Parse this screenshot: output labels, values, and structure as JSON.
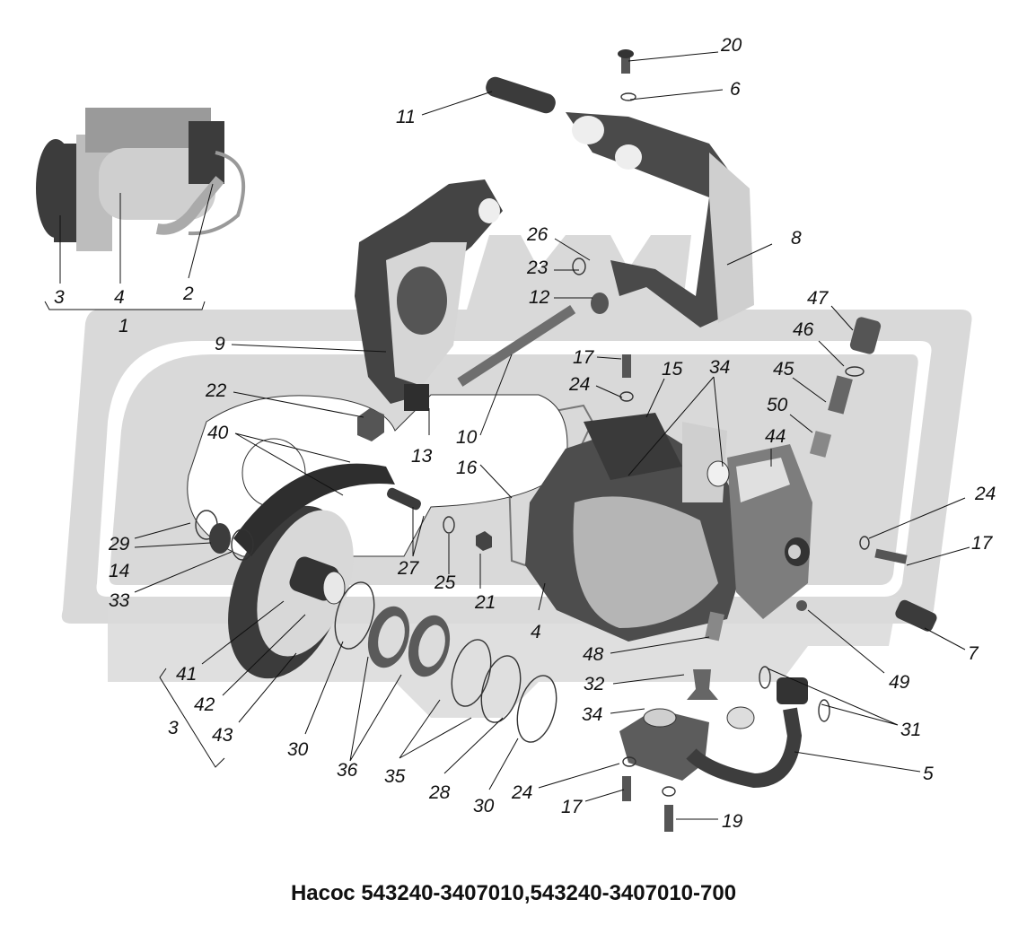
{
  "title": "Насос 543240-3407010,543240-3407010-700",
  "colors": {
    "background": "#ffffff",
    "watermark": "#d9d9d9",
    "parts": "#3c3c3c",
    "text": "#111111"
  },
  "assembly_inset": {
    "labels": [
      "3",
      "4",
      "2"
    ],
    "group_label": "1"
  },
  "pulley_group": {
    "group_label": "3",
    "members": [
      "41",
      "42",
      "43"
    ]
  },
  "callouts": [
    {
      "id": "c20",
      "text": "20",
      "part": "bolt"
    },
    {
      "id": "c6",
      "text": "6",
      "part": "lock-washer"
    },
    {
      "id": "c11",
      "text": "11",
      "part": "pin"
    },
    {
      "id": "c8",
      "text": "8",
      "part": "bracket"
    },
    {
      "id": "c26",
      "text": "26",
      "part": "cotter-pin"
    },
    {
      "id": "c23",
      "text": "23",
      "part": "washer"
    },
    {
      "id": "c12",
      "text": "12",
      "part": "bushing"
    },
    {
      "id": "c9",
      "text": "9",
      "part": "mounting-bracket"
    },
    {
      "id": "c47",
      "text": "47",
      "part": "plug"
    },
    {
      "id": "c46",
      "text": "46",
      "part": "gasket"
    },
    {
      "id": "c45",
      "text": "45",
      "part": "valve"
    },
    {
      "id": "c50",
      "text": "50",
      "part": "valve-assembly"
    },
    {
      "id": "c44",
      "text": "44",
      "part": "spring"
    },
    {
      "id": "c17a",
      "text": "17",
      "part": "bolt"
    },
    {
      "id": "c24a",
      "text": "24",
      "part": "washer"
    },
    {
      "id": "c15",
      "text": "15",
      "part": "cover"
    },
    {
      "id": "c34a",
      "text": "34",
      "part": "o-ring"
    },
    {
      "id": "c22",
      "text": "22",
      "part": "nut"
    },
    {
      "id": "c40",
      "text": "40",
      "part": "belt"
    },
    {
      "id": "c13",
      "text": "13",
      "part": "block"
    },
    {
      "id": "c10",
      "text": "10",
      "part": "axle"
    },
    {
      "id": "c16",
      "text": "16",
      "part": "gasket"
    },
    {
      "id": "c29",
      "text": "29",
      "part": "retaining-ring"
    },
    {
      "id": "c14",
      "text": "14",
      "part": "bushing"
    },
    {
      "id": "c33",
      "text": "33",
      "part": "ring"
    },
    {
      "id": "c27",
      "text": "27",
      "part": "stud"
    },
    {
      "id": "c25",
      "text": "25",
      "part": "washer"
    },
    {
      "id": "c21",
      "text": "21",
      "part": "nut"
    },
    {
      "id": "c4",
      "text": "4",
      "part": "pump-housing"
    },
    {
      "id": "c24b",
      "text": "24",
      "part": "washer"
    },
    {
      "id": "c17b",
      "text": "17",
      "part": "bolt"
    },
    {
      "id": "c7",
      "text": "7",
      "part": "fitting"
    },
    {
      "id": "c49",
      "text": "49",
      "part": "plug"
    },
    {
      "id": "c48",
      "text": "48",
      "part": "valve"
    },
    {
      "id": "c32",
      "text": "32",
      "part": "valve-seat"
    },
    {
      "id": "c31",
      "text": "31",
      "part": "o-rings"
    },
    {
      "id": "c34b",
      "text": "34",
      "part": "o-ring"
    },
    {
      "id": "c5",
      "text": "5",
      "part": "pipe"
    },
    {
      "id": "c24c",
      "text": "24",
      "part": "washer"
    },
    {
      "id": "c17c",
      "text": "17",
      "part": "bolt"
    },
    {
      "id": "c19",
      "text": "19",
      "part": "bolt"
    },
    {
      "id": "c41",
      "text": "41",
      "part": "key"
    },
    {
      "id": "c42",
      "text": "42",
      "part": "hub"
    },
    {
      "id": "c43",
      "text": "43",
      "part": "pulley"
    },
    {
      "id": "c30a",
      "text": "30",
      "part": "retaining-ring"
    },
    {
      "id": "c36",
      "text": "36",
      "part": "bearings"
    },
    {
      "id": "c35",
      "text": "35",
      "part": "rings"
    },
    {
      "id": "c28",
      "text": "28",
      "part": "spacer-ring"
    },
    {
      "id": "c30b",
      "text": "30",
      "part": "retaining-ring"
    }
  ]
}
